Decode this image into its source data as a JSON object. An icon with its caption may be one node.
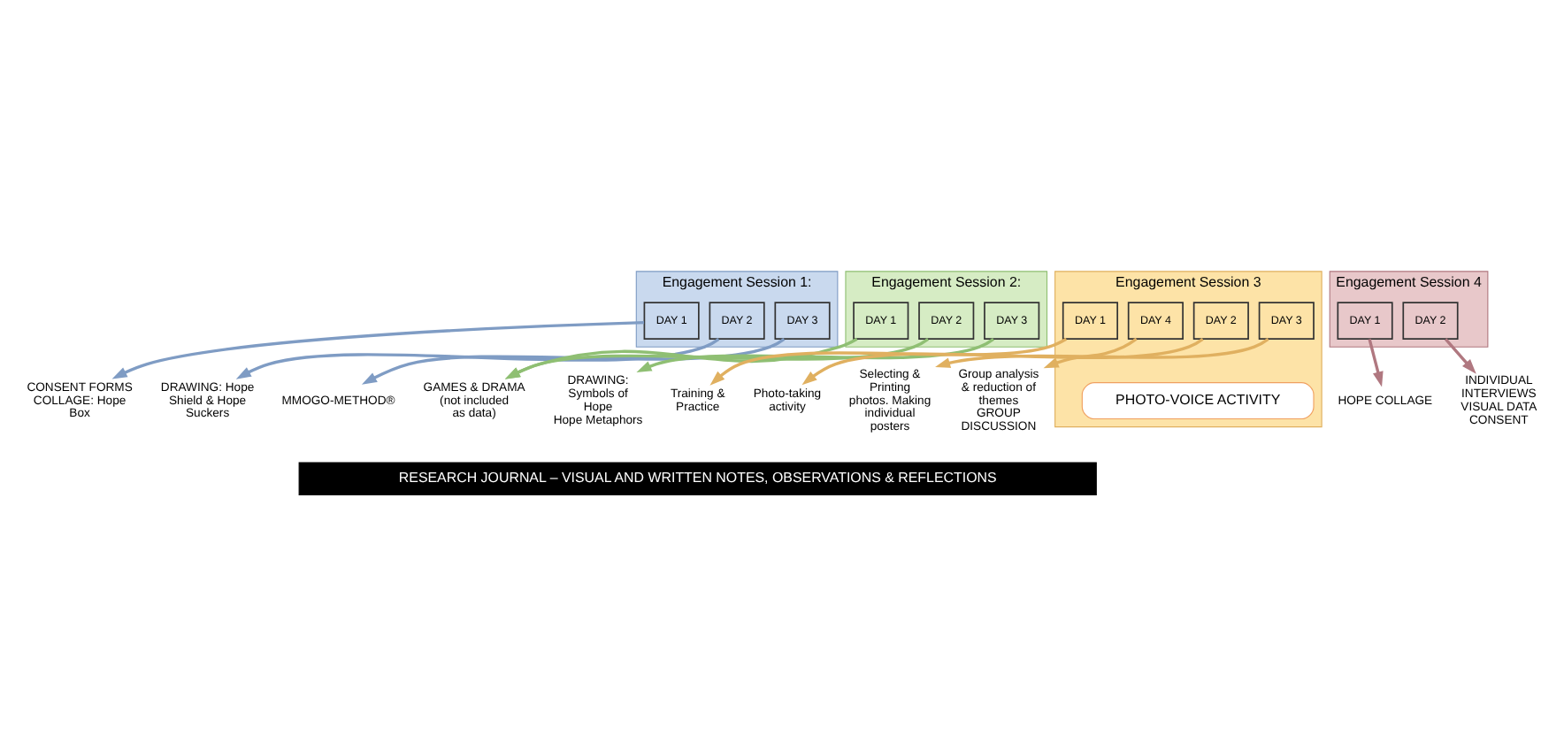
{
  "diagram": {
    "nodes": [
      {
        "text": [
          "Engagement Session 1:"
        ]
      },
      {
        "text": [
          "DAY 1"
        ],
        "in": 0
      },
      {
        "text": [
          "DAY 2"
        ],
        "in": 0
      },
      {
        "text": [
          "DAY 3"
        ],
        "in": 0
      },
      {
        "text": [
          "CONSENT FORMS",
          "COLLAGE: Hope Box"
        ]
      },
      {
        "text": [
          "DRAWING: Hope Shield & Hope Suckers"
        ]
      },
      {
        "text": [
          "MMOGO-METHOD®"
        ]
      },
      {
        "text": [
          "Engagement Session 2:"
        ]
      },
      {
        "text": [
          "DAY 1"
        ],
        "in": 7
      },
      {
        "text": [
          "DAY 2"
        ],
        "in": 7
      },
      {
        "text": [
          "DAY 3"
        ],
        "in": 7
      },
      {
        "text": [
          "GAMES & DRAMA",
          "(not included as data)"
        ]
      },
      {
        "text": [
          "DRAWING: Symbols of Hope",
          "Hope Metaphors"
        ]
      },
      {
        "text": [
          "Engagement Session 3"
        ]
      },
      {
        "text": [
          "DAY 1"
        ],
        "in": 13
      },
      {
        "text": [
          "DAY 2"
        ],
        "in": 13
      },
      {
        "text": [
          "DAY 3"
        ],
        "in": 13
      },
      {
        "text": [
          "DAY 4"
        ],
        "in": 13
      },
      {
        "text": [
          "PHOTO-VOICE ACTIVITY"
        ],
        "in": 13
      },
      {
        "text": [
          "Training & Practice"
        ]
      },
      {
        "text": [
          "Photo-taking activity"
        ]
      },
      {
        "text": [
          "Selecting & Printing photos. Making individual posters"
        ]
      },
      {
        "text": [
          "Group analysis & reduction of themes",
          "GROUP DISCUSSION"
        ]
      },
      {
        "text": [
          "Engagement Session 4"
        ]
      },
      {
        "text": [
          "DAY 1"
        ],
        "in": 23
      },
      {
        "text": [
          "DAY 2"
        ],
        "in": 23
      },
      {
        "text": [
          "HOPE COLLAGE"
        ]
      },
      {
        "text": [
          "INDIVIDUAL INTERVIEWS",
          "VISUAL DATA CONSENT"
        ]
      },
      {
        "text": [
          "RESEARCH JOURNAL – VISUAL AND WRITTEN NOTES, OBSERVATIONS & REFLECTIONS"
        ]
      }
    ],
    "edges": [
      {
        "from": 1,
        "to": 4,
        "arrow": "to",
        "color": "#7f9cc4"
      },
      {
        "from": 2,
        "to": 5,
        "arrow": "to",
        "color": "#7f9cc4"
      },
      {
        "from": 3,
        "to": 6,
        "arrow": "to",
        "color": "#7f9cc4"
      },
      {
        "from": 8,
        "to": 11,
        "arrow": "to",
        "color": "#8fbf73"
      },
      {
        "from": 9,
        "to": 11,
        "arrow": "to",
        "color": "#8fbf73"
      },
      {
        "from": 10,
        "to": 12,
        "arrow": "to",
        "color": "#8fbf73"
      },
      {
        "from": 14,
        "to": 19,
        "arrow": "to",
        "color": "#e0b060"
      },
      {
        "from": 15,
        "to": 20,
        "arrow": "to",
        "color": "#e0b060"
      },
      {
        "from": 16,
        "to": 21,
        "arrow": "to",
        "color": "#e0b060"
      },
      {
        "from": 17,
        "to": 22,
        "arrow": "to",
        "color": "#e0b060"
      },
      {
        "from": 24,
        "to": 26,
        "arrow": "to",
        "color": "#b07880"
      },
      {
        "from": 25,
        "to": 27,
        "arrow": "to",
        "color": "#b07880"
      }
    ]
  }
}
